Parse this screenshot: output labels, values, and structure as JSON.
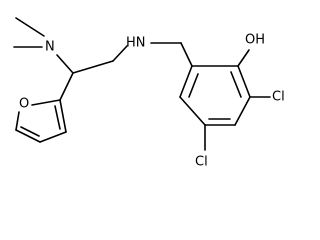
{
  "molecule": {
    "atoms": {
      "dimethylamino_n": "N",
      "amine_nh": "HN",
      "hydroxyl": "OH",
      "chlorine_ortho": "Cl",
      "chlorine_para": "Cl",
      "furan_oxygen": "O"
    }
  }
}
